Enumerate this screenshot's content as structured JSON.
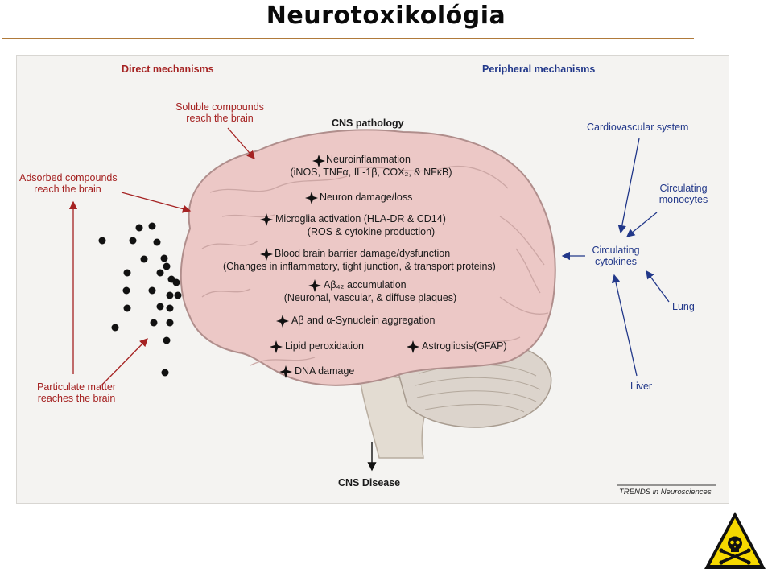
{
  "header": {
    "title": "Neurotoxikológia"
  },
  "figure": {
    "direct_title": "Direct mechanisms",
    "peripheral_title": "Peripheral mechanisms",
    "cns_pathology": "CNS pathology",
    "cns_disease": "CNS Disease",
    "credit": "TRENDS in Neurosciences",
    "direct": {
      "soluble": [
        "Soluble compounds",
        "reach the brain"
      ],
      "adsorbed": [
        "Adsorbed compounds",
        "reach the brain"
      ],
      "particulate": [
        "Particulate matter",
        "reaches the brain"
      ]
    },
    "peripheral": {
      "cardio": "Cardiovascular system",
      "monocytes": [
        "Circulating",
        "monocytes"
      ],
      "cytokines": [
        "Circulating",
        "cytokines"
      ],
      "lung": "Lung",
      "liver": "Liver"
    },
    "pathology_items": [
      {
        "text": "Neuroinflammation",
        "sub": "(iNOS, TNFα, IL-1β, COX₂, & NFκB)"
      },
      {
        "text": "Neuron damage/loss",
        "sub": ""
      },
      {
        "text": "Microglia activation (HLA-DR & CD14)",
        "sub": "(ROS & cytokine production)"
      },
      {
        "text": "Blood brain barrier damage/dysfunction",
        "sub": "(Changes in inflammatory, tight junction, & transport proteins)"
      },
      {
        "text": "Aβ₄₂ accumulation",
        "sub": "(Neuronal, vascular, & diffuse plaques)"
      },
      {
        "text": "Aβ and α-Synuclein aggregation",
        "sub": ""
      },
      {
        "text": "Lipid peroxidation",
        "sub": ""
      },
      {
        "text": "Astrogliosis(GFAP)",
        "sub": ""
      },
      {
        "text": "DNA damage",
        "sub": ""
      }
    ]
  },
  "colors": {
    "direct": "#a52222",
    "peripheral": "#22388a",
    "brain": "#ecc8c6",
    "cerebellum": "#dcd4cc",
    "rule": "#b07a3a"
  }
}
